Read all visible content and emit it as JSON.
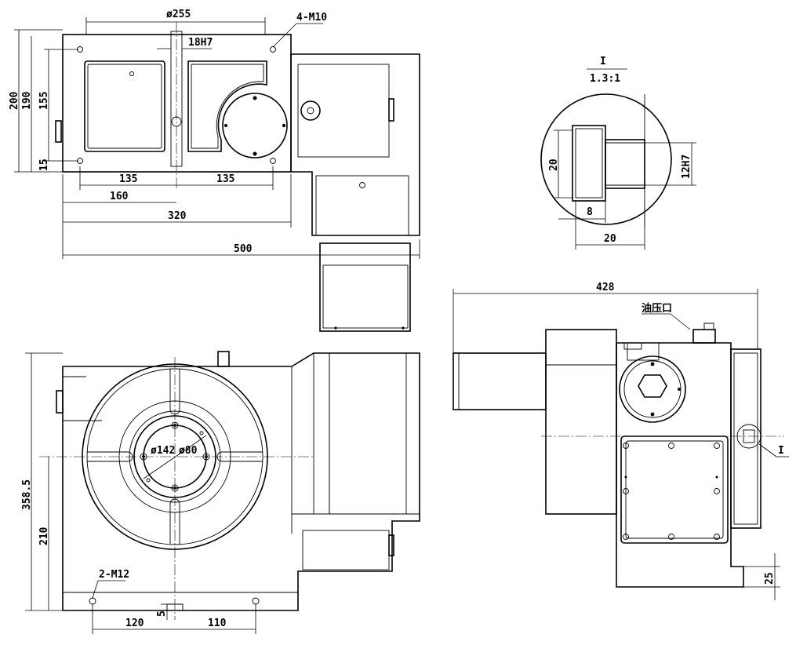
{
  "top_view": {
    "dims": {
      "d255": "ø255",
      "m10": "4-M10",
      "h18": "18H7",
      "v200": "200",
      "v190": "190",
      "v155": "155",
      "v15": "15",
      "h135a": "135",
      "h135b": "135",
      "h160": "160",
      "h320": "320",
      "h500": "500"
    }
  },
  "detail_view": {
    "label": "I",
    "scale": "1.3:1",
    "dims": {
      "v20": "20",
      "h12": "12H7",
      "h8": "8",
      "h20": "20"
    }
  },
  "side_view": {
    "dims": {
      "h428": "428",
      "v25": "25"
    },
    "oil_port": "油压口",
    "detail_marker": "I"
  },
  "front_view": {
    "dims": {
      "v358": "358.5",
      "v210": "210",
      "m12": "2-M12",
      "d142": "ø142",
      "d80": "ø80",
      "h120": "120",
      "h110": "110",
      "v5": "5"
    }
  }
}
